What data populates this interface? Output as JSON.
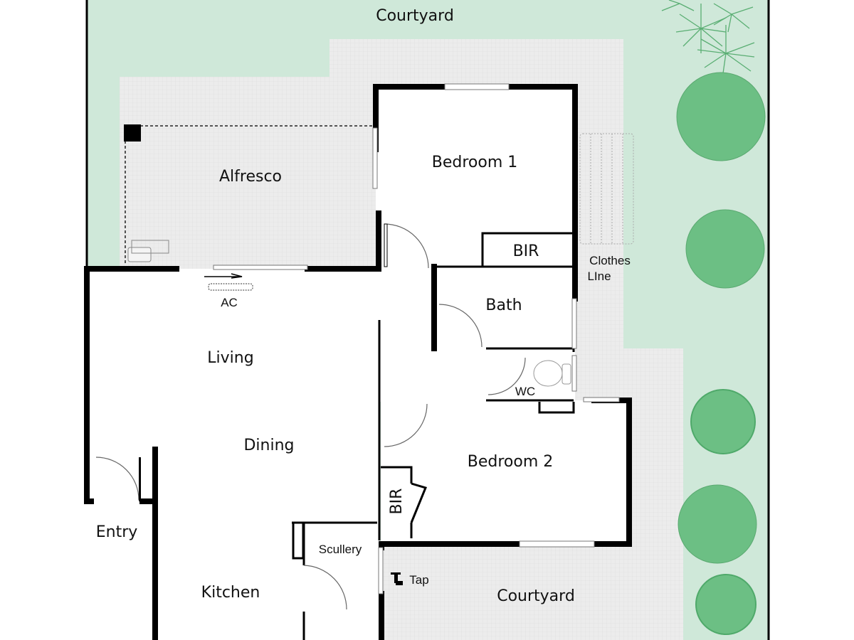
{
  "title": "Floor plan",
  "colors": {
    "lawn": "#cfe8d9",
    "paving": "#ebebeb",
    "tree": "#6cbf84",
    "tree_dark": "#4fa96a",
    "wall": "#000000"
  },
  "rooms": {
    "courtyard_top": "Courtyard",
    "alfresco": "Alfresco",
    "bedroom1": "Bedroom 1",
    "bir1": "BIR",
    "clothes_line": [
      "Clothes",
      "LIne"
    ],
    "ac": "AC",
    "bath": "Bath",
    "living": "Living",
    "wc": "WC",
    "dining": "Dining",
    "bedroom2": "Bedroom 2",
    "bir2": "BIR",
    "entry": "Entry",
    "scullery": "Scullery",
    "tap": "Tap",
    "kitchen": "Kitchen",
    "courtyard_bottom": "Courtyard"
  }
}
